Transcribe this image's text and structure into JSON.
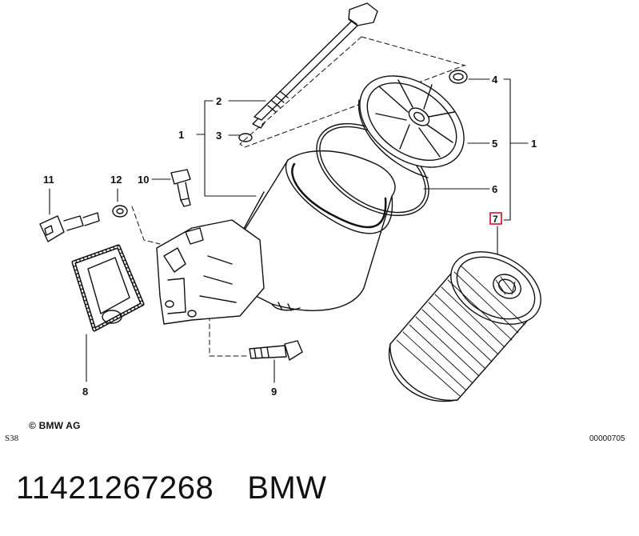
{
  "callouts": {
    "c1_left": "1",
    "c1_right": "1",
    "c2": "2",
    "c3": "3",
    "c4": "4",
    "c5": "5",
    "c6": "6",
    "c7": "7",
    "c8": "8",
    "c9": "9",
    "c10": "10",
    "c11": "11",
    "c12": "12"
  },
  "footer": {
    "copyright": "© BMW AG",
    "code_left": "S38",
    "code_right": "00000705"
  },
  "caption": {
    "part_number": "11421267268",
    "brand": "BMW"
  },
  "colors": {
    "line": "#111111",
    "highlight": "#d0021b"
  }
}
